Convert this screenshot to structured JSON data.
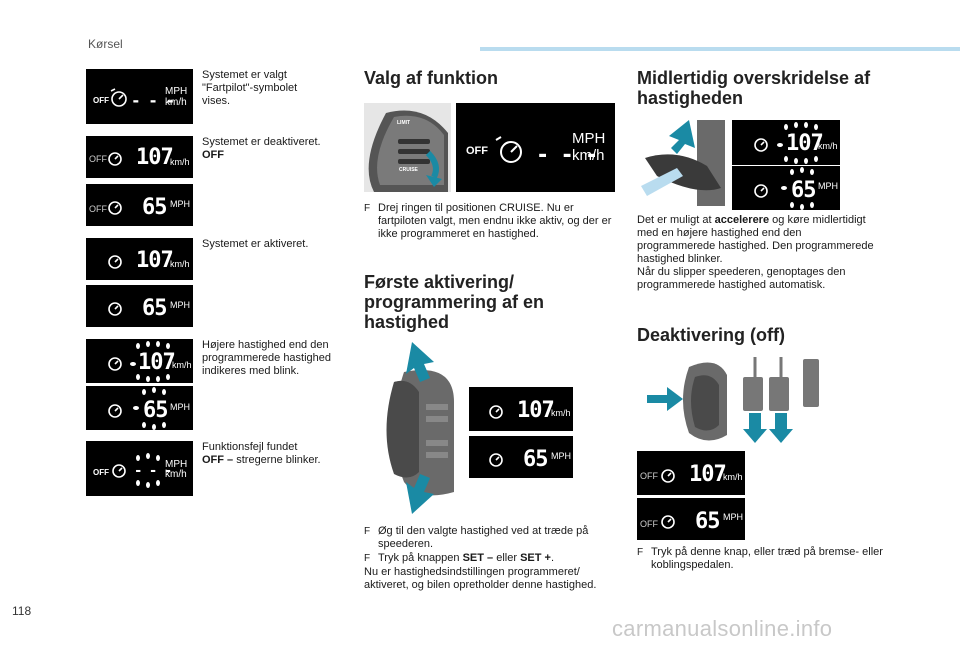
{
  "header": {
    "section": "Kørsel"
  },
  "page_number": "118",
  "watermark": "carmanualsonline.info",
  "left_column": [
    {
      "text": "Systemet er valgt \"Fartpilot\"-symbolet vises."
    },
    {
      "text": "Systemet er deaktiveret.",
      "bold": "OFF"
    },
    {
      "text": "Systemet er aktiveret."
    },
    {
      "text": "Højere hastighed end den programmerede hastighed indikeres med blink."
    },
    {
      "text": "Funktionsfejl fundet",
      "bold": "OFF –",
      "text_after": " stregerne blinker."
    }
  ],
  "display": {
    "off": "OFF",
    "mph": "MPH",
    "kmh": "km/h",
    "speed_kmh": "107",
    "speed_mph": "65",
    "dashes": "- - -"
  },
  "valg": {
    "title": "Valg af funktion",
    "bullet": "Drej ringen til positionen CRUISE. Nu er fartpiloten valgt, men endnu ikke aktiv, og der er ikke programmeret en hastighed.",
    "knob_labels": [
      "LIMIT",
      "CRUISE"
    ]
  },
  "forste": {
    "title": "Første aktivering/ programmering af en hastighed",
    "bullet1": "Øg til den valgte hastighed ved at træde på speederen.",
    "bullet2_pre": "Tryk på knappen ",
    "bullet2_b1": "SET –",
    "bullet2_mid": " eller ",
    "bullet2_b2": "SET +",
    "bullet2_post": ".",
    "para": "Nu er hastighedsindstillingen programmeret/ aktiveret, og bilen opretholder denne hastighed."
  },
  "midlertidig": {
    "title": "Midlertidig overskridelse af hastigheden",
    "para_pre": "Det er muligt at ",
    "para_bold": "accelerere",
    "para_post": " og køre midlertidigt med en højere hastighed end den programmerede hastighed. Den programmerede hastighed blinker.",
    "para2": "Når du slipper speederen, genoptages den programmerede hastighed automatisk."
  },
  "deakt": {
    "title": "Deaktivering (off)",
    "bullet": "Tryk på denne knap, eller træd på bremse- eller koblingspedalen."
  },
  "bullet_glyph": "F"
}
